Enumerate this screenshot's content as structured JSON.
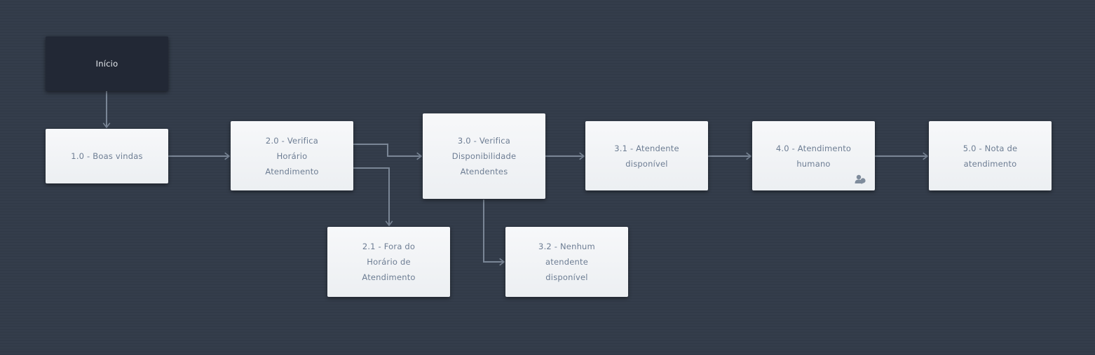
{
  "colors": {
    "background": "#343d4b",
    "node_fill": "#f4f6f8",
    "node_text": "#6d7d93",
    "start_fill": "#222835",
    "start_text": "#e8ecf0",
    "connector": "#7a8696"
  },
  "nodes": {
    "start": {
      "label": "Início"
    },
    "n1_0": {
      "label": "1.0 - Boas vindas"
    },
    "n2_0": {
      "label": "2.0 - Verifica Horário Atendimento"
    },
    "n2_1": {
      "label": "2.1 - Fora do Horário de Atendimento"
    },
    "n3_0": {
      "label": "3.0 - Verifica Disponibilidade Atendentes"
    },
    "n3_1": {
      "label": "3.1 - Atendente disponível"
    },
    "n3_2": {
      "label": "3.2 - Nenhum atendente disponível"
    },
    "n4_0": {
      "label": "4.0 - Atendimento humano",
      "icon": "user-group-icon"
    },
    "n5_0": {
      "label": "5.0 - Nota de atendimento"
    }
  },
  "edges": [
    {
      "from": "start",
      "to": "n1_0"
    },
    {
      "from": "n1_0",
      "to": "n2_0"
    },
    {
      "from": "n2_0",
      "to": "n3_0"
    },
    {
      "from": "n2_0",
      "to": "n2_1"
    },
    {
      "from": "n3_0",
      "to": "n3_1"
    },
    {
      "from": "n3_0",
      "to": "n3_2"
    },
    {
      "from": "n3_1",
      "to": "n4_0"
    },
    {
      "from": "n4_0",
      "to": "n5_0"
    }
  ]
}
